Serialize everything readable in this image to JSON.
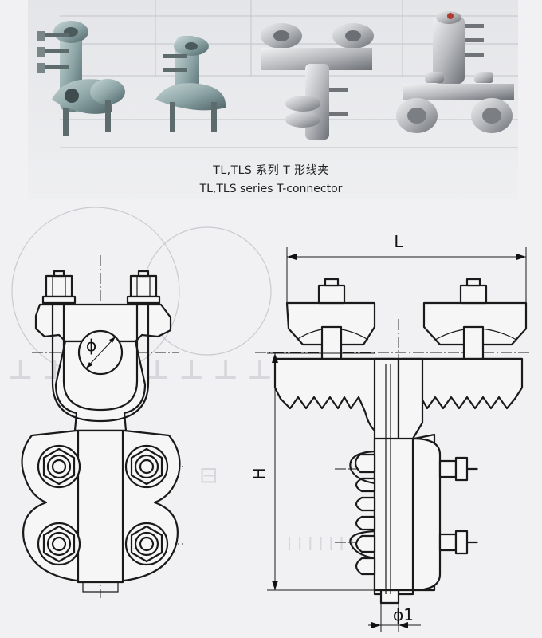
{
  "caption": {
    "cn": "TL,TLS 系列 T 形线夹",
    "en": "TL,TLS series T-connector"
  },
  "dimensions": {
    "length": "L",
    "height": "H",
    "diameter": "ϕ",
    "bolt_diameter": "ϕ1"
  },
  "colors": {
    "paper": "#f1f1f3",
    "line": "#1a1a1a",
    "metal_light": "#d9dadd",
    "metal_dark": "#7d8086",
    "metal_teal": "#8fa7a9"
  }
}
